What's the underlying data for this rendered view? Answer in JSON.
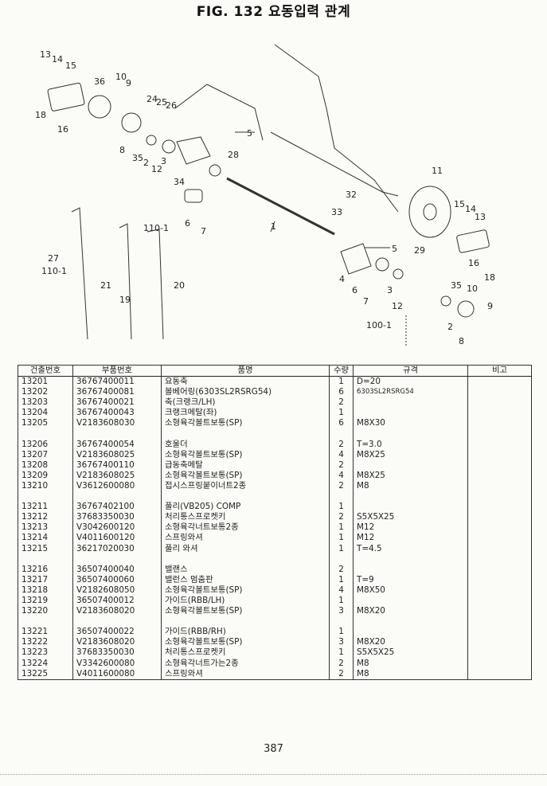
{
  "figure": {
    "title": "FIG. 132 요동입력 관계",
    "callouts": [
      "13",
      "14",
      "15",
      "36",
      "10",
      "9",
      "18",
      "16",
      "8",
      "24",
      "25",
      "26",
      "35",
      "2",
      "12",
      "3",
      "5",
      "28",
      "34",
      "6",
      "7",
      "1",
      "32",
      "33",
      "5",
      "11",
      "15",
      "14",
      "13",
      "16",
      "18",
      "4",
      "6",
      "7",
      "3",
      "35",
      "10",
      "9",
      "2",
      "8",
      "12",
      "110-1",
      "110-1",
      "21",
      "19",
      "20",
      "100-1",
      "27",
      "29"
    ]
  },
  "table": {
    "headers": {
      "item_no": "건출번호",
      "part_no": "부품번호",
      "name": "품명",
      "qty": "수량",
      "spec": "규격",
      "remarks": "비고"
    },
    "rows": [
      {
        "item_no": "13201",
        "part_no": "36767400011",
        "name": "요동축",
        "qty": "1",
        "spec": "D=20",
        "remarks": ""
      },
      {
        "item_no": "13202",
        "part_no": "36767400081",
        "name": "볼베어링(6303SL2RSRG54)",
        "qty": "6",
        "spec": "6303SL2RSRG54",
        "remarks": ""
      },
      {
        "item_no": "13203",
        "part_no": "36767400021",
        "name": "축(크랭크/LH)",
        "qty": "2",
        "spec": "",
        "remarks": ""
      },
      {
        "item_no": "13204",
        "part_no": "36767400043",
        "name": "크랭크메탈(좌)",
        "qty": "1",
        "spec": "",
        "remarks": ""
      },
      {
        "item_no": "13205",
        "part_no": "V2183608030",
        "name": "소형육각볼트보통(SP)",
        "qty": "6",
        "spec": "M8X30",
        "remarks": ""
      },
      {
        "item_no": "",
        "part_no": "",
        "name": "",
        "qty": "",
        "spec": "",
        "remarks": ""
      },
      {
        "item_no": "13206",
        "part_no": "36767400054",
        "name": "호울더",
        "qty": "2",
        "spec": "T=3.0",
        "remarks": ""
      },
      {
        "item_no": "13207",
        "part_no": "V2183608025",
        "name": "소형육각볼트보통(SP)",
        "qty": "4",
        "spec": "M8X25",
        "remarks": ""
      },
      {
        "item_no": "13208",
        "part_no": "36767400110",
        "name": "급동축메탈",
        "qty": "2",
        "spec": "",
        "remarks": ""
      },
      {
        "item_no": "13209",
        "part_no": "V2183608025",
        "name": "소형육각볼트보통(SP)",
        "qty": "4",
        "spec": "M8X25",
        "remarks": ""
      },
      {
        "item_no": "13210",
        "part_no": "V3612600080",
        "name": "접시스프링붙이너트2종",
        "qty": "2",
        "spec": "M8",
        "remarks": ""
      },
      {
        "item_no": "",
        "part_no": "",
        "name": "",
        "qty": "",
        "spec": "",
        "remarks": ""
      },
      {
        "item_no": "13211",
        "part_no": "36767402100",
        "name": "풀리(VB205) COMP",
        "qty": "1",
        "spec": "",
        "remarks": ""
      },
      {
        "item_no": "13212",
        "part_no": "37683350030",
        "name": "처리통스프로켓키",
        "qty": "2",
        "spec": "S5X5X25",
        "remarks": ""
      },
      {
        "item_no": "13213",
        "part_no": "V3042600120",
        "name": "소형육각너트보통2종",
        "qty": "1",
        "spec": "M12",
        "remarks": ""
      },
      {
        "item_no": "13214",
        "part_no": "V4011600120",
        "name": "스프링와셔",
        "qty": "1",
        "spec": "M12",
        "remarks": ""
      },
      {
        "item_no": "13215",
        "part_no": "36217020030",
        "name": "풀리 와셔",
        "qty": "1",
        "spec": "T=4.5",
        "remarks": ""
      },
      {
        "item_no": "",
        "part_no": "",
        "name": "",
        "qty": "",
        "spec": "",
        "remarks": ""
      },
      {
        "item_no": "13216",
        "part_no": "36507400040",
        "name": "밸랜스",
        "qty": "2",
        "spec": "",
        "remarks": ""
      },
      {
        "item_no": "13217",
        "part_no": "36507400060",
        "name": "밸런스 멈춤판",
        "qty": "1",
        "spec": "T=9",
        "remarks": ""
      },
      {
        "item_no": "13218",
        "part_no": "V2182608050",
        "name": "소형육각볼트보통(SP)",
        "qty": "4",
        "spec": "M8X50",
        "remarks": ""
      },
      {
        "item_no": "13219",
        "part_no": "36507400012",
        "name": "가이드(RBB/LH)",
        "qty": "1",
        "spec": "",
        "remarks": ""
      },
      {
        "item_no": "13220",
        "part_no": "V2183608020",
        "name": "소형육각볼트보통(SP)",
        "qty": "3",
        "spec": "M8X20",
        "remarks": ""
      },
      {
        "item_no": "",
        "part_no": "",
        "name": "",
        "qty": "",
        "spec": "",
        "remarks": ""
      },
      {
        "item_no": "13221",
        "part_no": "36507400022",
        "name": "가이드(RBB/RH)",
        "qty": "1",
        "spec": "",
        "remarks": ""
      },
      {
        "item_no": "13222",
        "part_no": "V2183608020",
        "name": "소형육각볼트보통(SP)",
        "qty": "3",
        "spec": "M8X20",
        "remarks": ""
      },
      {
        "item_no": "13223",
        "part_no": "37683350030",
        "name": "처리통스프로켓키",
        "qty": "1",
        "spec": "S5X5X25",
        "remarks": ""
      },
      {
        "item_no": "13224",
        "part_no": "V3342600080",
        "name": "소형육각너트가는2종",
        "qty": "2",
        "spec": "M8",
        "remarks": ""
      },
      {
        "item_no": "13225",
        "part_no": "V4011600080",
        "name": "스프링와셔",
        "qty": "2",
        "spec": "M8",
        "remarks": ""
      }
    ]
  },
  "page_number": "387"
}
